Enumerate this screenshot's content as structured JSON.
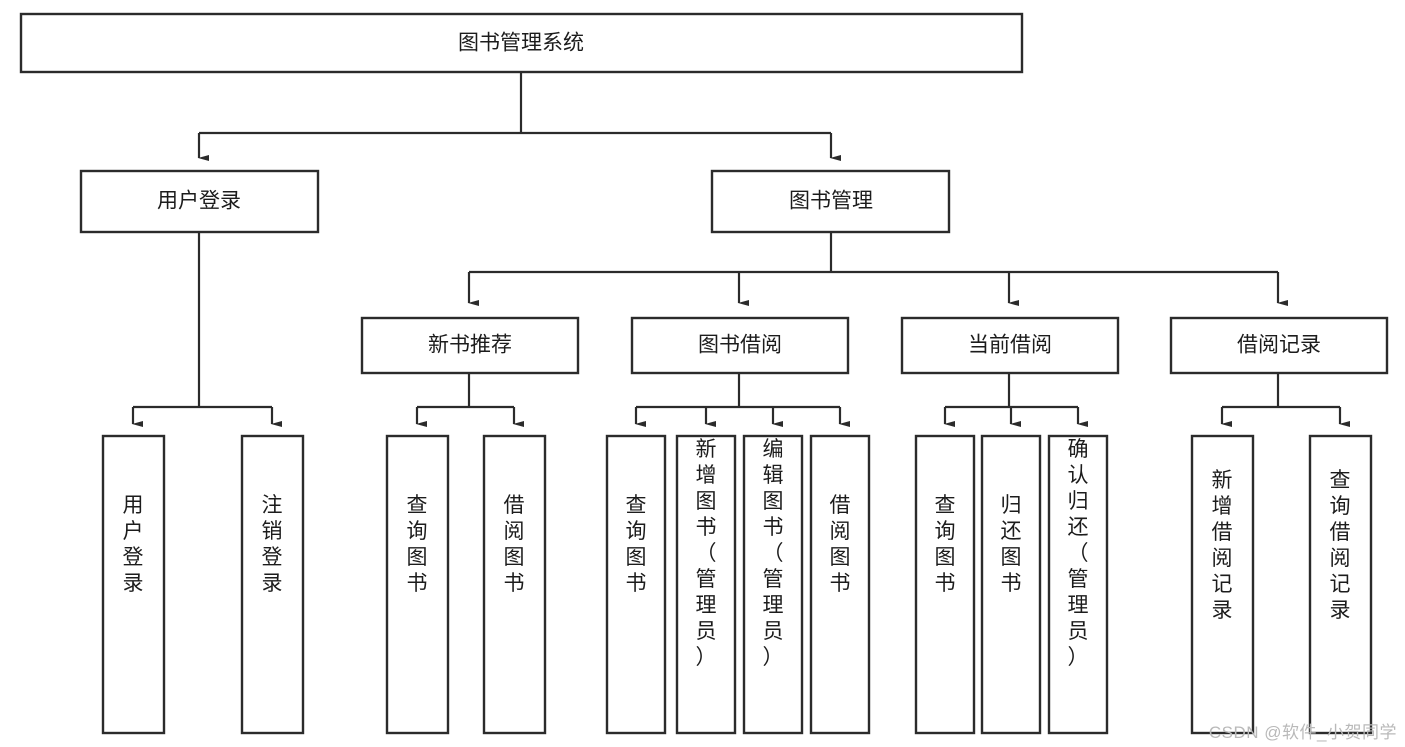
{
  "diagram": {
    "title": "图书管理系统",
    "type": "hierarchy-tree",
    "orientation": "top-down",
    "colors": {
      "box_fill": "#ffffff",
      "box_stroke": "#2b2b2b",
      "edge": "#2b2b2b",
      "text": "#1c1c1c",
      "watermark": "#b9b9b9"
    },
    "levels": {
      "root": {
        "label": "图书管理系统"
      },
      "level2": [
        {
          "id": "user-login",
          "label": "用户登录"
        },
        {
          "id": "book-management",
          "label": "图书管理"
        }
      ],
      "level3": [
        {
          "id": "new-book-recommend",
          "label": "新书推荐",
          "parent": "book-management"
        },
        {
          "id": "book-borrow",
          "label": "图书借阅",
          "parent": "book-management"
        },
        {
          "id": "current-borrow",
          "label": "当前借阅",
          "parent": "book-management"
        },
        {
          "id": "borrow-record",
          "label": "借阅记录",
          "parent": "book-management"
        }
      ],
      "leaves": [
        {
          "id": "leaf-user-login",
          "label": "用户登录",
          "parent": "user-login"
        },
        {
          "id": "leaf-logout-login",
          "label": "注销登录",
          "parent": "user-login"
        },
        {
          "id": "leaf-query-book-1",
          "label": "查询图书",
          "parent": "new-book-recommend"
        },
        {
          "id": "leaf-borrow-book-1",
          "label": "借阅图书",
          "parent": "new-book-recommend"
        },
        {
          "id": "leaf-query-book-2",
          "label": "查询图书",
          "parent": "book-borrow"
        },
        {
          "id": "leaf-add-book",
          "label": "新增图书（管理员）",
          "parent": "book-borrow"
        },
        {
          "id": "leaf-edit-book",
          "label": "编辑图书（管理员）",
          "parent": "book-borrow"
        },
        {
          "id": "leaf-borrow-book-2",
          "label": "借阅图书",
          "parent": "book-borrow"
        },
        {
          "id": "leaf-query-book-3",
          "label": "查询图书",
          "parent": "current-borrow"
        },
        {
          "id": "leaf-return-book",
          "label": "归还图书",
          "parent": "current-borrow"
        },
        {
          "id": "leaf-confirm-return",
          "label": "确认归还（管理员）",
          "parent": "current-borrow"
        },
        {
          "id": "leaf-add-record",
          "label": "新增借阅记录",
          "parent": "borrow-record"
        },
        {
          "id": "leaf-query-record",
          "label": "查询借阅记录",
          "parent": "borrow-record"
        }
      ]
    },
    "watermark": "CSDN @软件_小贺同学"
  }
}
